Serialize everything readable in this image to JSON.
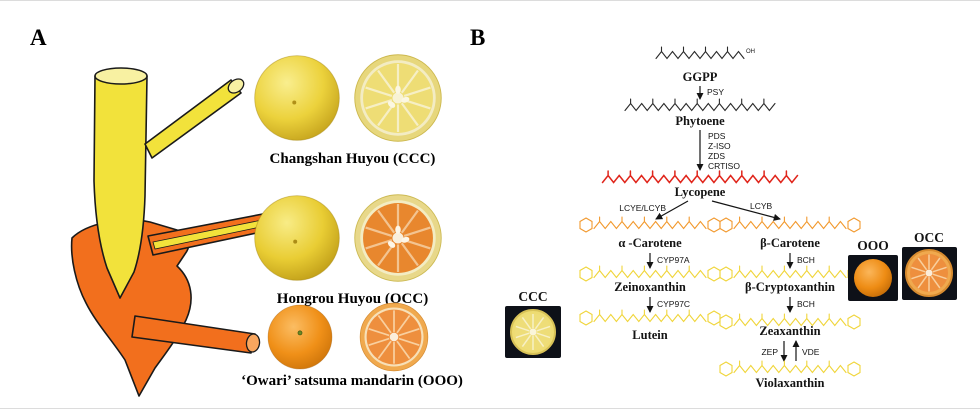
{
  "colors": {
    "scion_yellow": "#f2e23b",
    "scion_yellow_light": "#f8f1a2",
    "rootstock_orange": "#f26f1d",
    "rootstock_orange_light": "#f8a65e",
    "structure_black": "#2a2a2a",
    "lycopene_red": "#e0261c",
    "carotene_orange": "#f2992e",
    "xanthophyll_yellow": "#f0d53a",
    "photo_bg": "#0e1118"
  },
  "panel_a": {
    "label": "A",
    "rows": [
      {
        "caption": "Changshan Huyou (CCC)"
      },
      {
        "caption": "Hongrou Huyou (OCC)"
      },
      {
        "caption": "‘Owari’ satsuma mandarin (OOO)"
      }
    ]
  },
  "panel_b": {
    "label": "B",
    "nodes": {
      "ggpp": "GGPP",
      "oh": "OH",
      "phytoene": "Phytoene",
      "lycopene": "Lycopene",
      "alpha_carotene": "α -Carotene",
      "zeinoxanthin": "Zeinoxanthin",
      "lutein": "Lutein",
      "beta_carotene": "β-Carotene",
      "beta_cryptoxanthin": "β-Cryptoxanthin",
      "zeaxanthin": "Zeaxanthin",
      "violaxanthin": "Violaxanthin"
    },
    "enzymes": {
      "psy": "PSY",
      "pds": "PDS",
      "z_iso": "Z-ISO",
      "zds": "ZDS",
      "crtiso": "CRTISO",
      "lcye_lcyb": "LCYE/LCYB",
      "lcyb": "LCYB",
      "cyp97a": "CYP97A",
      "cyp97c": "CYP97C",
      "bch_1": "BCH",
      "bch_2": "BCH",
      "zep": "ZEP",
      "vde": "VDE"
    },
    "photos": [
      {
        "label": "CCC"
      },
      {
        "label": "OOO"
      },
      {
        "label": "OCC"
      }
    ]
  }
}
